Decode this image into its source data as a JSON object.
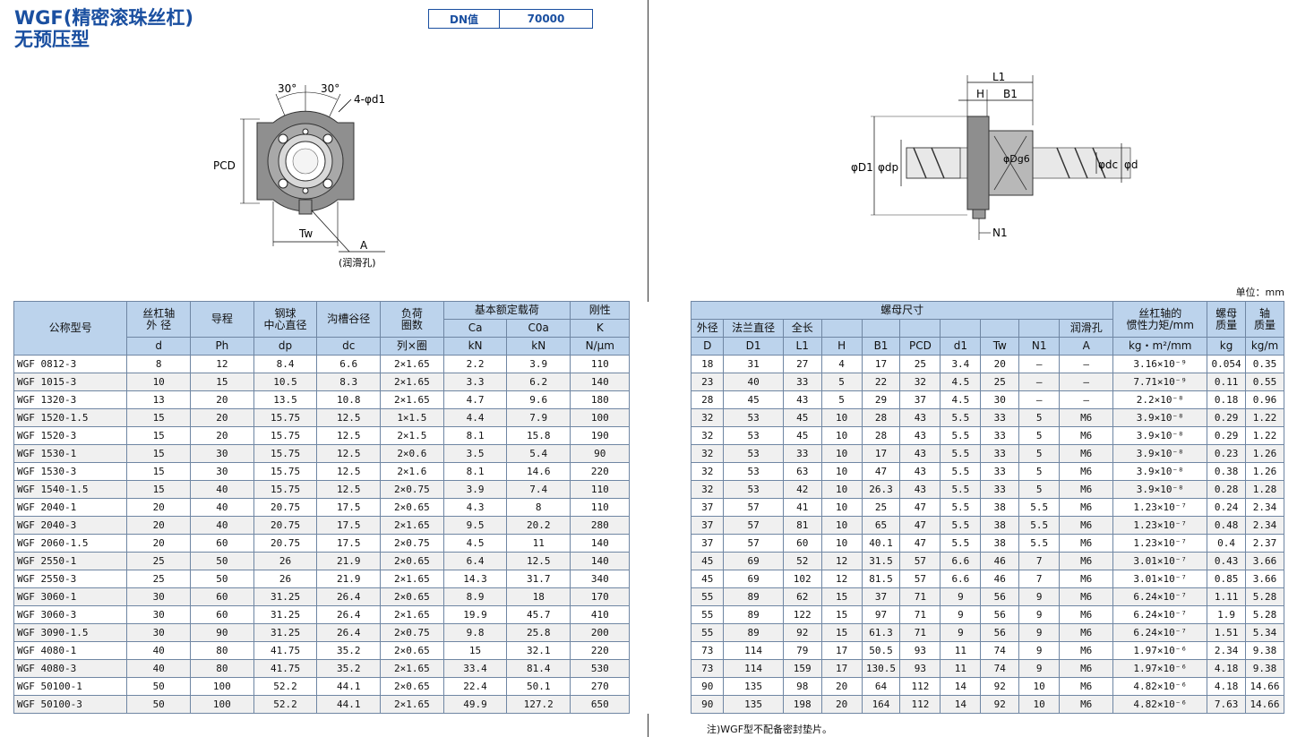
{
  "title": {
    "line1": "WGF(精密滚珠丝杠)",
    "line2": "无预压型"
  },
  "dn": {
    "label": "DN值",
    "value": "70000"
  },
  "unit_label": "单位：mm",
  "note": "注)WGF型不配备密封垫片。",
  "drawing_left": {
    "angle1": "30°",
    "angle2": "30°",
    "holes": "4-φd1",
    "pcd": "PCD",
    "tw": "Tw",
    "a": "A",
    "oil_hole": "(润滑孔)"
  },
  "drawing_right": {
    "l1": "L1",
    "h": "H",
    "b1": "B1",
    "d1": "φD1",
    "dp": "φdp",
    "dg6": "φDg6",
    "dc": "φdc",
    "d": "φd",
    "n1": "N1"
  },
  "table": {
    "header_left": {
      "model": "公称型号",
      "shaft_od": "丝杠轴\n外 径",
      "lead": "导程",
      "ball_pcd": "钢球\n中心直径",
      "groove": "沟槽谷径",
      "circuits": "负荷\n圈数",
      "load_rating": "基本额定载荷",
      "stiffness": "刚性",
      "sym_d": "d",
      "sym_ph": "Ph",
      "sym_dp": "dp",
      "sym_dc": "dc",
      "sym_circ": "列×圈",
      "ca": "Ca",
      "coa": "C0a",
      "k": "K",
      "kn1": "kN",
      "kn2": "kN",
      "k_unit": "N/μm"
    },
    "header_right": {
      "nut_dims": "螺母尺寸",
      "od": "外径",
      "flange": "法兰直径",
      "length": "全长",
      "oil": "润滑孔",
      "sym_D": "D",
      "sym_D1": "D1",
      "sym_L1": "L1",
      "sym_H": "H",
      "sym_B1": "B1",
      "sym_PCD": "PCD",
      "sym_d1": "d1",
      "sym_Tw": "Tw",
      "sym_N1": "N1",
      "sym_A": "A",
      "inertia": "丝杠轴的\n惯性力矩/mm",
      "inertia_unit": "kg・m²/mm",
      "nut_mass": "螺母\n质量",
      "nut_mass_unit": "kg",
      "shaft_mass": "轴\n质量",
      "shaft_mass_unit": "kg/m"
    },
    "rows": [
      [
        "WGF 0812-3",
        "8",
        "12",
        "8.4",
        "6.6",
        "2×1.65",
        "2.2",
        "3.9",
        "110",
        "18",
        "31",
        "27",
        "4",
        "17",
        "25",
        "3.4",
        "20",
        "—",
        "—",
        "3.16×10⁻⁹",
        "0.054",
        "0.35"
      ],
      [
        "WGF 1015-3",
        "10",
        "15",
        "10.5",
        "8.3",
        "2×1.65",
        "3.3",
        "6.2",
        "140",
        "23",
        "40",
        "33",
        "5",
        "22",
        "32",
        "4.5",
        "25",
        "—",
        "—",
        "7.71×10⁻⁹",
        "0.11",
        "0.55"
      ],
      [
        "WGF 1320-3",
        "13",
        "20",
        "13.5",
        "10.8",
        "2×1.65",
        "4.7",
        "9.6",
        "180",
        "28",
        "45",
        "43",
        "5",
        "29",
        "37",
        "4.5",
        "30",
        "—",
        "—",
        "2.2×10⁻⁸",
        "0.18",
        "0.96"
      ],
      [
        "WGF 1520-1.5",
        "15",
        "20",
        "15.75",
        "12.5",
        "1×1.5",
        "4.4",
        "7.9",
        "100",
        "32",
        "53",
        "45",
        "10",
        "28",
        "43",
        "5.5",
        "33",
        "5",
        "M6",
        "3.9×10⁻⁸",
        "0.29",
        "1.22"
      ],
      [
        "WGF 1520-3",
        "15",
        "20",
        "15.75",
        "12.5",
        "2×1.5",
        "8.1",
        "15.8",
        "190",
        "32",
        "53",
        "45",
        "10",
        "28",
        "43",
        "5.5",
        "33",
        "5",
        "M6",
        "3.9×10⁻⁸",
        "0.29",
        "1.22"
      ],
      [
        "WGF 1530-1",
        "15",
        "30",
        "15.75",
        "12.5",
        "2×0.6",
        "3.5",
        "5.4",
        "90",
        "32",
        "53",
        "33",
        "10",
        "17",
        "43",
        "5.5",
        "33",
        "5",
        "M6",
        "3.9×10⁻⁸",
        "0.23",
        "1.26"
      ],
      [
        "WGF 1530-3",
        "15",
        "30",
        "15.75",
        "12.5",
        "2×1.6",
        "8.1",
        "14.6",
        "220",
        "32",
        "53",
        "63",
        "10",
        "47",
        "43",
        "5.5",
        "33",
        "5",
        "M6",
        "3.9×10⁻⁸",
        "0.38",
        "1.26"
      ],
      [
        "WGF 1540-1.5",
        "15",
        "40",
        "15.75",
        "12.5",
        "2×0.75",
        "3.9",
        "7.4",
        "110",
        "32",
        "53",
        "42",
        "10",
        "26.3",
        "43",
        "5.5",
        "33",
        "5",
        "M6",
        "3.9×10⁻⁸",
        "0.28",
        "1.28"
      ],
      [
        "WGF 2040-1",
        "20",
        "40",
        "20.75",
        "17.5",
        "2×0.65",
        "4.3",
        "8",
        "110",
        "37",
        "57",
        "41",
        "10",
        "25",
        "47",
        "5.5",
        "38",
        "5.5",
        "M6",
        "1.23×10⁻⁷",
        "0.24",
        "2.34"
      ],
      [
        "WGF 2040-3",
        "20",
        "40",
        "20.75",
        "17.5",
        "2×1.65",
        "9.5",
        "20.2",
        "280",
        "37",
        "57",
        "81",
        "10",
        "65",
        "47",
        "5.5",
        "38",
        "5.5",
        "M6",
        "1.23×10⁻⁷",
        "0.48",
        "2.34"
      ],
      [
        "WGF 2060-1.5",
        "20",
        "60",
        "20.75",
        "17.5",
        "2×0.75",
        "4.5",
        "11",
        "140",
        "37",
        "57",
        "60",
        "10",
        "40.1",
        "47",
        "5.5",
        "38",
        "5.5",
        "M6",
        "1.23×10⁻⁷",
        "0.4",
        "2.37"
      ],
      [
        "WGF 2550-1",
        "25",
        "50",
        "26",
        "21.9",
        "2×0.65",
        "6.4",
        "12.5",
        "140",
        "45",
        "69",
        "52",
        "12",
        "31.5",
        "57",
        "6.6",
        "46",
        "7",
        "M6",
        "3.01×10⁻⁷",
        "0.43",
        "3.66"
      ],
      [
        "WGF 2550-3",
        "25",
        "50",
        "26",
        "21.9",
        "2×1.65",
        "14.3",
        "31.7",
        "340",
        "45",
        "69",
        "102",
        "12",
        "81.5",
        "57",
        "6.6",
        "46",
        "7",
        "M6",
        "3.01×10⁻⁷",
        "0.85",
        "3.66"
      ],
      [
        "WGF 3060-1",
        "30",
        "60",
        "31.25",
        "26.4",
        "2×0.65",
        "8.9",
        "18",
        "170",
        "55",
        "89",
        "62",
        "15",
        "37",
        "71",
        "9",
        "56",
        "9",
        "M6",
        "6.24×10⁻⁷",
        "1.11",
        "5.28"
      ],
      [
        "WGF 3060-3",
        "30",
        "60",
        "31.25",
        "26.4",
        "2×1.65",
        "19.9",
        "45.7",
        "410",
        "55",
        "89",
        "122",
        "15",
        "97",
        "71",
        "9",
        "56",
        "9",
        "M6",
        "6.24×10⁻⁷",
        "1.9",
        "5.28"
      ],
      [
        "WGF 3090-1.5",
        "30",
        "90",
        "31.25",
        "26.4",
        "2×0.75",
        "9.8",
        "25.8",
        "200",
        "55",
        "89",
        "92",
        "15",
        "61.3",
        "71",
        "9",
        "56",
        "9",
        "M6",
        "6.24×10⁻⁷",
        "1.51",
        "5.34"
      ],
      [
        "WGF 4080-1",
        "40",
        "80",
        "41.75",
        "35.2",
        "2×0.65",
        "15",
        "32.1",
        "220",
        "73",
        "114",
        "79",
        "17",
        "50.5",
        "93",
        "11",
        "74",
        "9",
        "M6",
        "1.97×10⁻⁶",
        "2.34",
        "9.38"
      ],
      [
        "WGF 4080-3",
        "40",
        "80",
        "41.75",
        "35.2",
        "2×1.65",
        "33.4",
        "81.4",
        "530",
        "73",
        "114",
        "159",
        "17",
        "130.5",
        "93",
        "11",
        "74",
        "9",
        "M6",
        "1.97×10⁻⁶",
        "4.18",
        "9.38"
      ],
      [
        "WGF 50100-1",
        "50",
        "100",
        "52.2",
        "44.1",
        "2×0.65",
        "22.4",
        "50.1",
        "270",
        "90",
        "135",
        "98",
        "20",
        "64",
        "112",
        "14",
        "92",
        "10",
        "M6",
        "4.82×10⁻⁶",
        "4.18",
        "14.66"
      ],
      [
        "WGF 50100-3",
        "50",
        "100",
        "52.2",
        "44.1",
        "2×1.65",
        "49.9",
        "127.2",
        "650",
        "90",
        "135",
        "198",
        "20",
        "164",
        "112",
        "14",
        "92",
        "10",
        "M6",
        "4.82×10⁻⁶",
        "7.63",
        "14.66"
      ]
    ]
  }
}
